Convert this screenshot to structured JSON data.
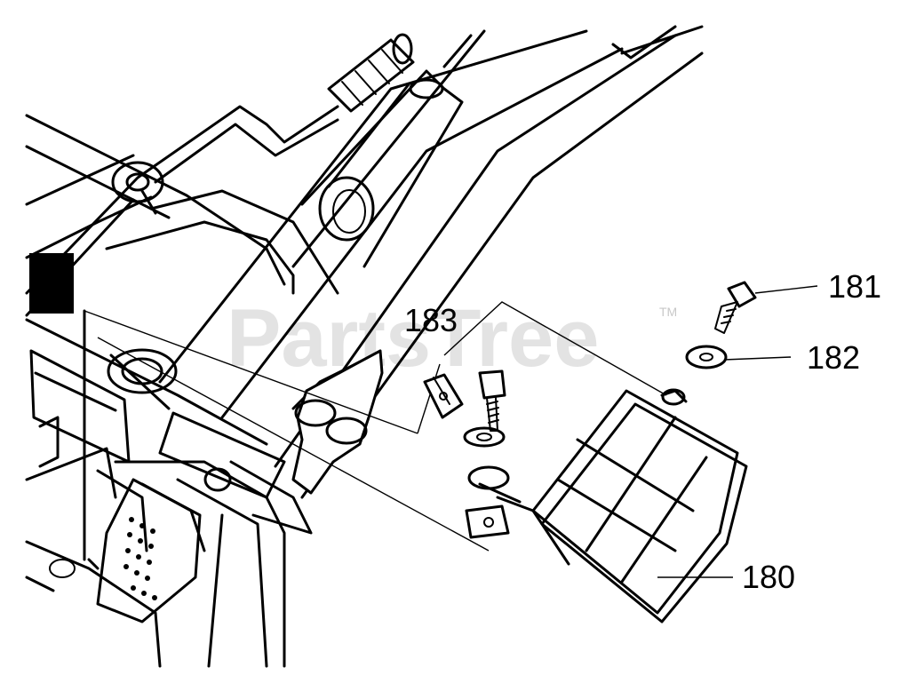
{
  "diagram": {
    "watermark": "PartsTree",
    "trademark": "TM",
    "callouts": [
      {
        "id": "181",
        "label": "181"
      },
      {
        "id": "182",
        "label": "182"
      },
      {
        "id": "183",
        "label": "183"
      },
      {
        "id": "180",
        "label": "180"
      }
    ]
  }
}
